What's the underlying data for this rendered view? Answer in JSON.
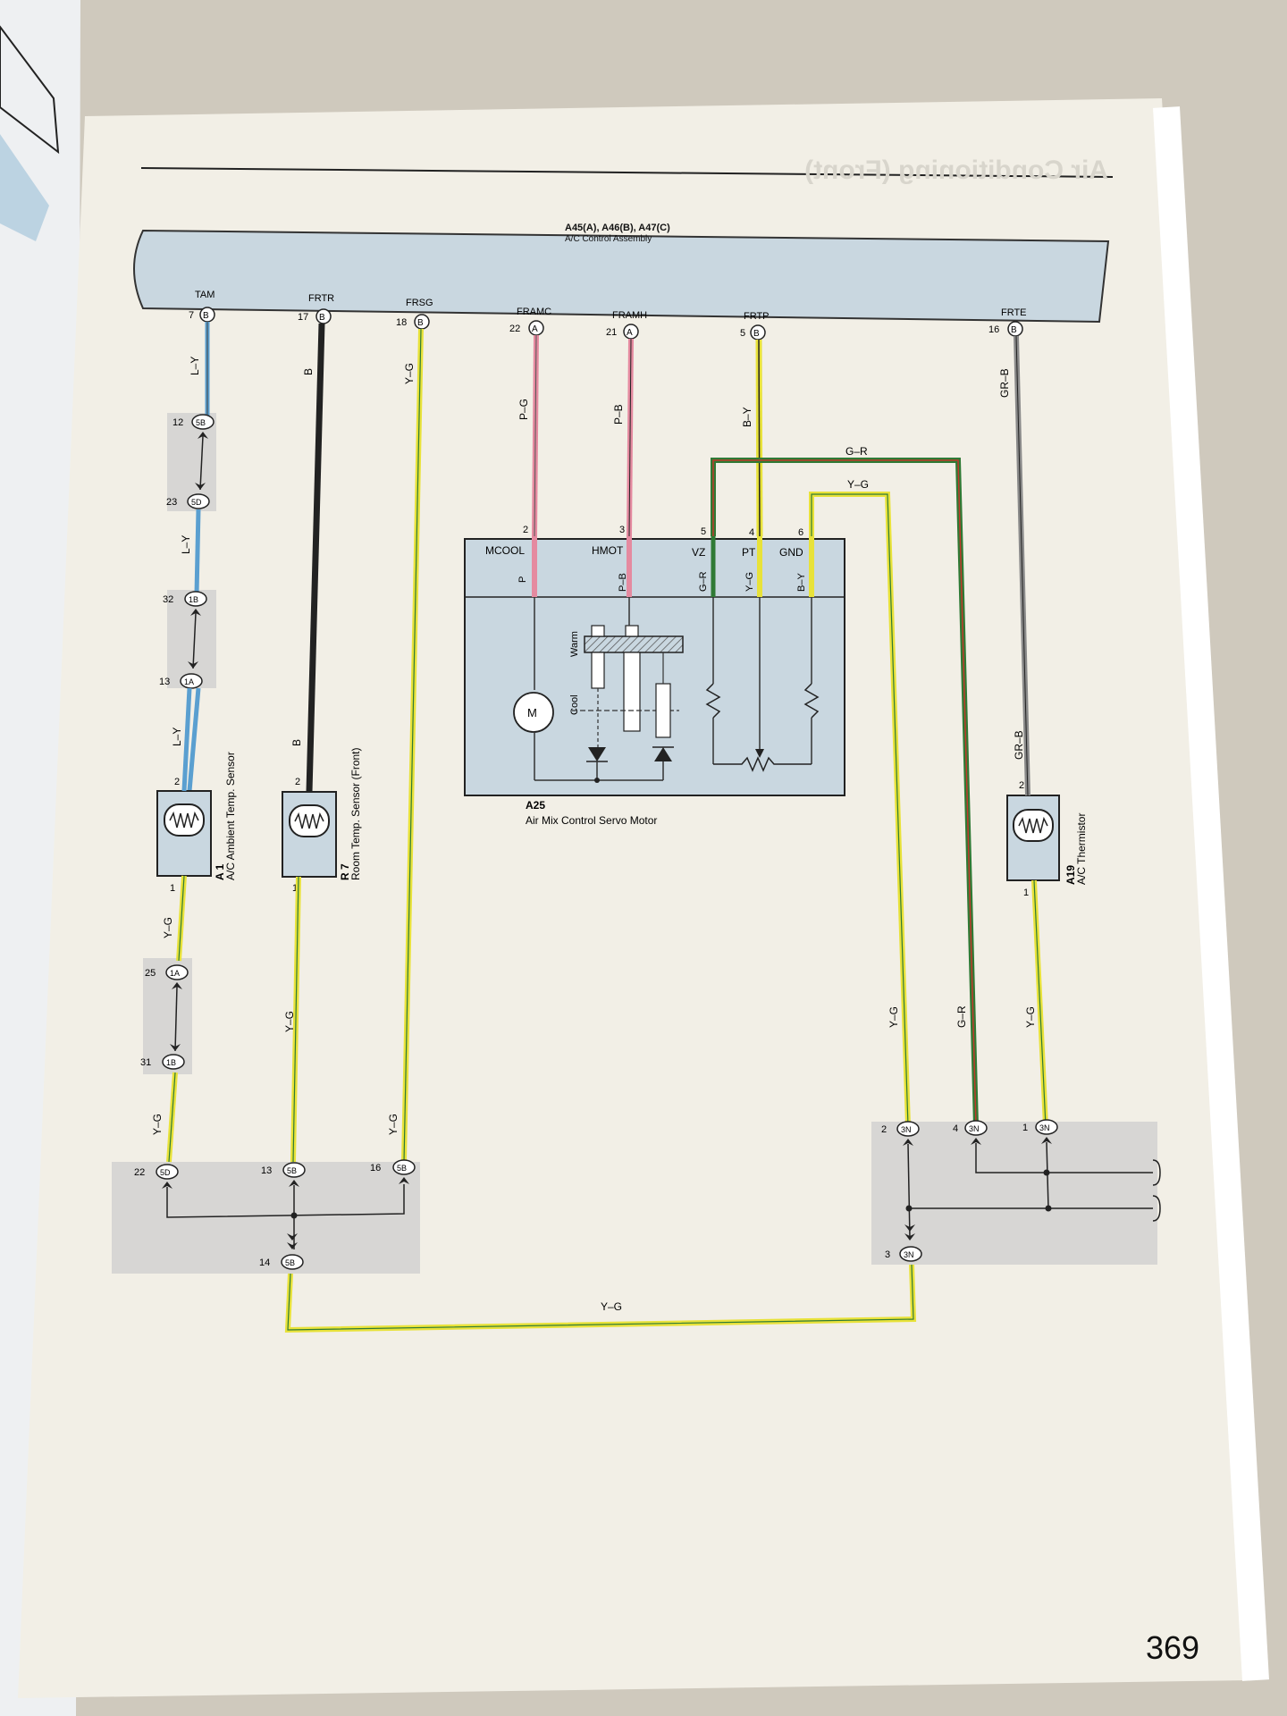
{
  "page": {
    "header_mirrored": "Air Conditioning (Front)",
    "page_number": "369"
  },
  "ecu": {
    "ids": "A45(A), A46(B), A47(C)",
    "name": "A/C Control Assembly",
    "terminals": [
      {
        "name": "TAM",
        "pin": "7",
        "conn": "B"
      },
      {
        "name": "FRTR",
        "pin": "17",
        "conn": "B"
      },
      {
        "name": "FRSG",
        "pin": "18",
        "conn": "B"
      },
      {
        "name": "FRAMC",
        "pin": "22",
        "conn": "A"
      },
      {
        "name": "FRAMH",
        "pin": "21",
        "conn": "A"
      },
      {
        "name": "FRTP",
        "pin": "5",
        "conn": "B"
      },
      {
        "name": "FRTE",
        "pin": "16",
        "conn": "B"
      }
    ]
  },
  "wires": {
    "ly": "L–Y",
    "b": "B",
    "yg": "Y–G",
    "pg": "P–G",
    "pb": "P–B",
    "by": "B–Y",
    "gr": "G–R",
    "grb": "GR–B",
    "p": "P"
  },
  "junctions": {
    "j12": {
      "pin": "12",
      "conn": "5B"
    },
    "j23": {
      "pin": "23",
      "conn": "5D"
    },
    "j32": {
      "pin": "32",
      "conn": "1B"
    },
    "j13a": {
      "pin": "13",
      "conn": "1A"
    },
    "j25": {
      "pin": "25",
      "conn": "1A"
    },
    "j31": {
      "pin": "31",
      "conn": "1B"
    },
    "j22": {
      "pin": "22",
      "conn": "5D"
    },
    "j13b": {
      "pin": "13",
      "conn": "5B"
    },
    "j16": {
      "pin": "16",
      "conn": "5B"
    },
    "j14": {
      "pin": "14",
      "conn": "5B"
    },
    "j2": {
      "pin": "2",
      "conn": "3N"
    },
    "j4": {
      "pin": "4",
      "conn": "3N"
    },
    "j1": {
      "pin": "1",
      "conn": "3N"
    },
    "j3": {
      "pin": "3",
      "conn": "3N"
    }
  },
  "servo": {
    "id": "A25",
    "name": "Air Mix Control Servo Motor",
    "terms": [
      "MCOOL",
      "HMOT",
      "VZ",
      "PT",
      "GND"
    ],
    "pins": [
      "2",
      "3",
      "5",
      "4",
      "6"
    ],
    "warm": "Warm",
    "cool": "Cool",
    "motor": "M"
  },
  "sensors": {
    "a1": {
      "id": "A 1",
      "name": "A/C Ambient Temp. Sensor",
      "pin_top": "2",
      "pin_bottom": "1"
    },
    "r7": {
      "id": "R 7",
      "name": "Room Temp. Sensor (Front)",
      "pin_top": "2",
      "pin_bottom": "1"
    },
    "a19": {
      "id": "A19",
      "name": "A/C Thermistor",
      "pin_top": "2",
      "pin_bottom": "1"
    }
  },
  "colors": {
    "ecu_fill": "#c9d7e0",
    "yellow": "#e8e23a",
    "green": "#2f7a35",
    "blue": "#5a9fd0",
    "pink": "#e58aa0",
    "red": "#c0392b",
    "gray": "#7a7a7a",
    "gray_box": "#cfcfcf",
    "paper": "#f2efe6"
  }
}
